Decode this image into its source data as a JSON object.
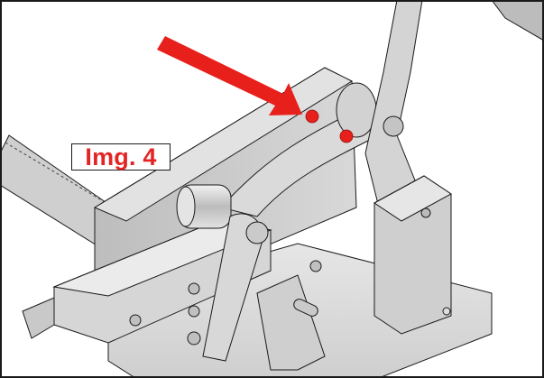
{
  "figure": {
    "label": "Img. 4"
  },
  "colors": {
    "label_text": "#e32526",
    "arrow": "#e8201c",
    "marker_dot": "#e8201c",
    "metal_light": "#dcdcdc",
    "metal_mid": "#c8c8c8",
    "metal_dark": "#a9a9a9",
    "outline": "#1a1a1a",
    "background": "#ffffff"
  },
  "markers": [
    {
      "name": "upper-hole-marker"
    },
    {
      "name": "lower-hole-marker"
    }
  ]
}
